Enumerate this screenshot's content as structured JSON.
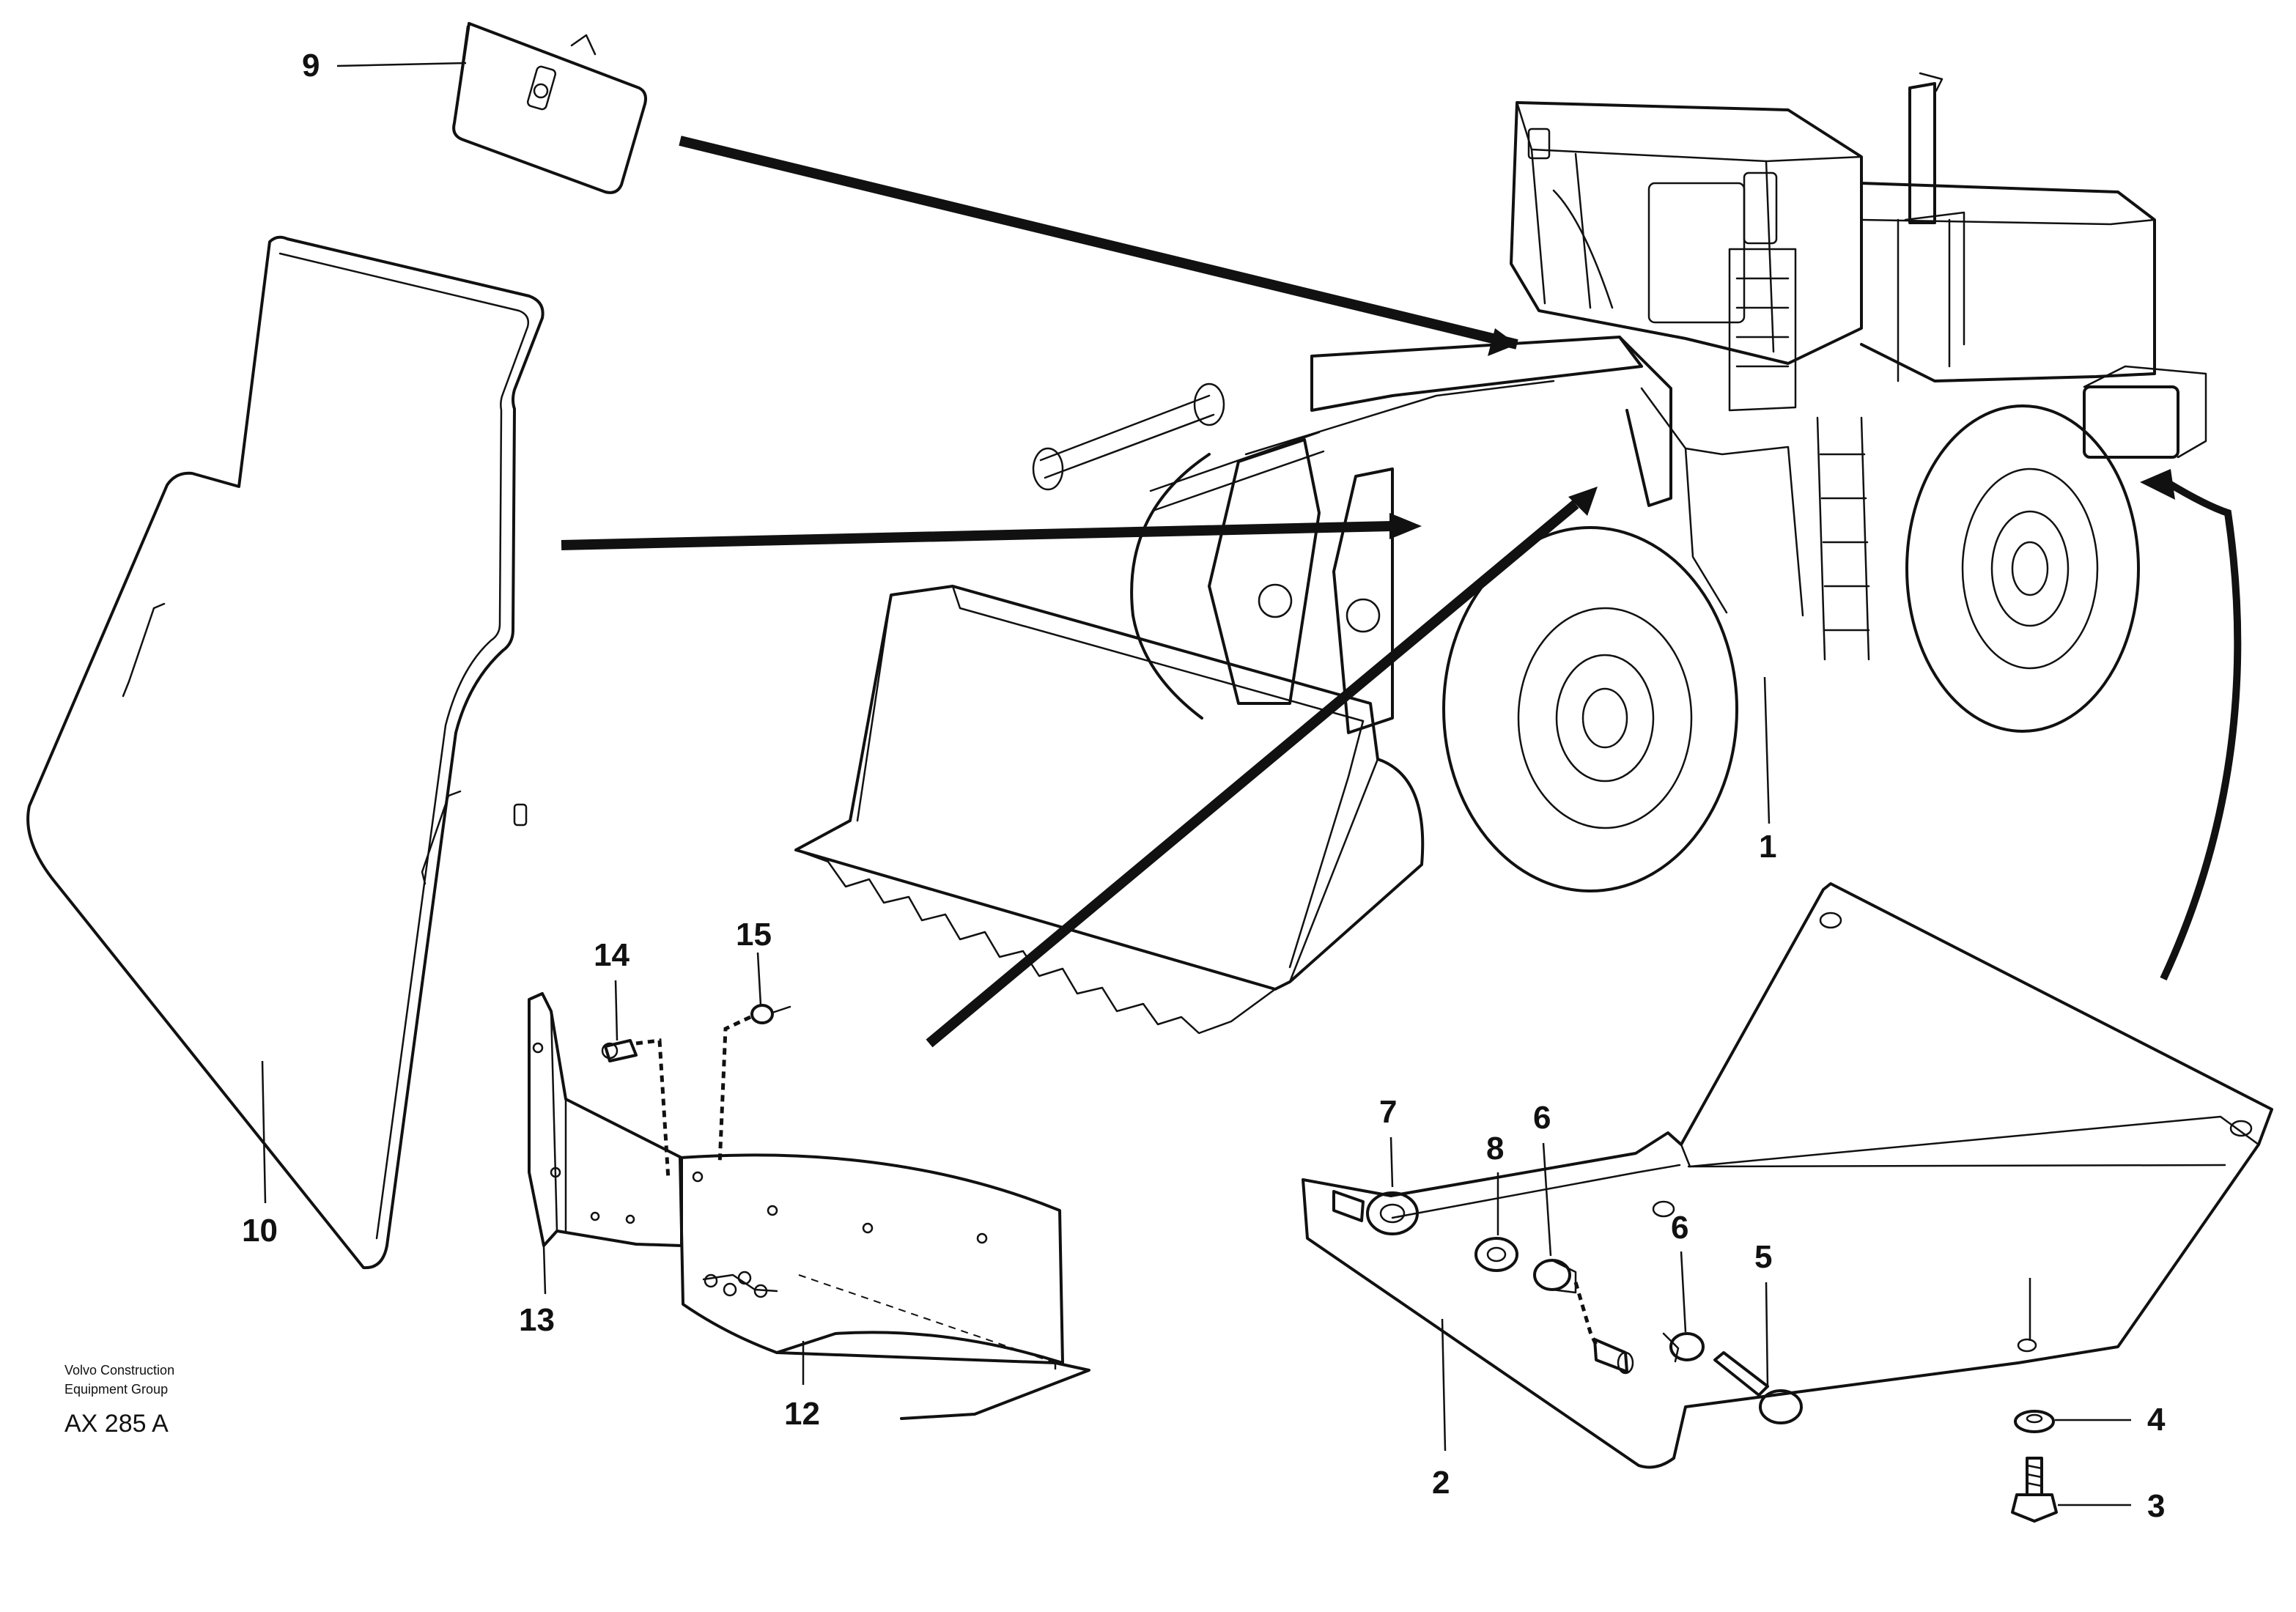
{
  "callouts": {
    "p1": "1",
    "p2": "2",
    "p3": "3",
    "p4": "4",
    "p5": "5",
    "p6a": "6",
    "p6b": "6",
    "p7": "7",
    "p8": "8",
    "p9": "9",
    "p10": "10",
    "p12": "12",
    "p13": "13",
    "p14": "14",
    "p15": "15"
  },
  "caption": {
    "line1": "Volvo Construction",
    "line2": "Equipment Group",
    "code": "AX 285 A"
  }
}
